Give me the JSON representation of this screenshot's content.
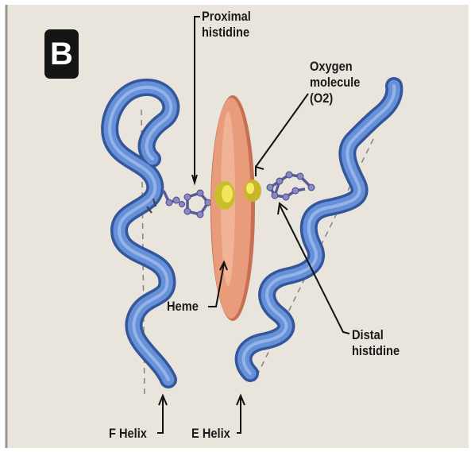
{
  "panel": {
    "badge": "B",
    "colors": {
      "background": "#e9e5dc",
      "helix": "#5f86cf",
      "helix_dark": "#3b5fa8",
      "heme": "#e6997a",
      "iron": "#d8cc3a",
      "oxygen": "#e0cf2e",
      "histidine": "#6a6aa6",
      "label_text": "#1a1a1a"
    }
  },
  "labels": {
    "proximal_line1": "Proximal",
    "proximal_line2": "histidine",
    "oxygen_line1": "Oxygen",
    "oxygen_line2": "molecule",
    "oxygen_line3": "(O2)",
    "heme": "Heme",
    "distal_line1": "Distal",
    "distal_line2": "histidine",
    "f_helix": "F Helix",
    "e_helix": "E Helix"
  }
}
